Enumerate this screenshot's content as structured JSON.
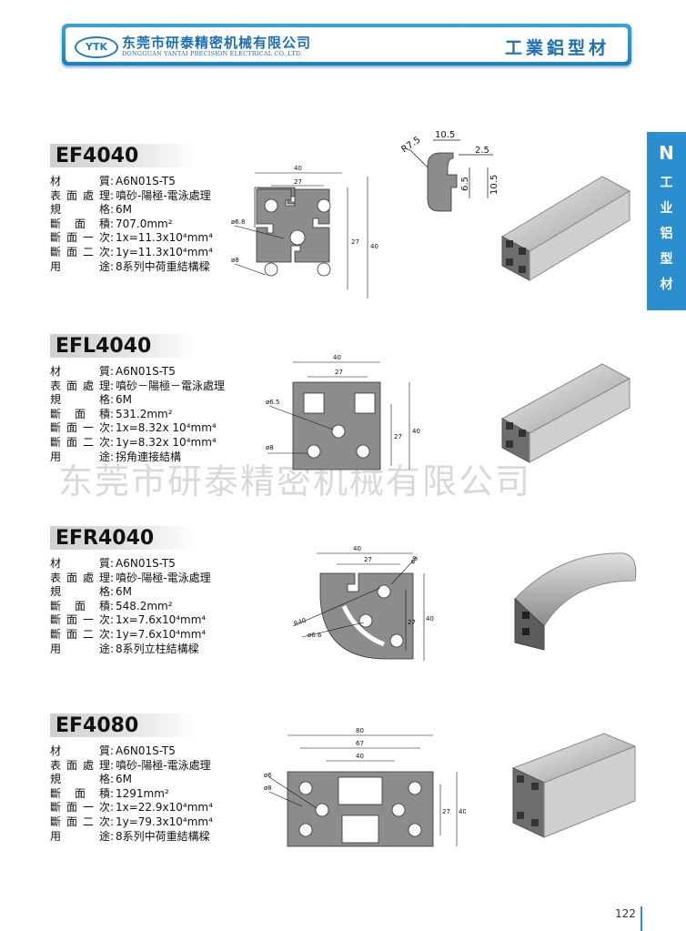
{
  "header": {
    "logo_text": "YTK",
    "company_cn": "东莞市研泰精密机械有限公司",
    "company_en": "DONGGUAN YANTAI PRECISION ELECTRICAL CO.,LTD.",
    "category": "工業鋁型材"
  },
  "side_tab": {
    "logo": "N",
    "chars": [
      "工",
      "业",
      "铝",
      "型",
      "材"
    ]
  },
  "products": [
    {
      "model": "EF4040",
      "specs": [
        {
          "label": "材　　質",
          "value": "A6N01S-T5"
        },
        {
          "label": "表面處理",
          "value": "噴砂-陽極-電泳處理"
        },
        {
          "label": "規　　格",
          "value": "6M"
        },
        {
          "label": "斷 面 積",
          "value": "707.0mm²"
        },
        {
          "label": "斷面一次",
          "value": "1x=11.3x10⁴mm⁴"
        },
        {
          "label": "斷面二次",
          "value": "1y=11.3x10⁴mm⁴"
        },
        {
          "label": "用　　途",
          "value": "8系列中荷重結構樑"
        }
      ],
      "dims": {
        "outer": "40",
        "inner": "27",
        "hole1": "ø6.8",
        "hole2": "ø8",
        "detail_w": "10.5",
        "detail_r": "R7.5",
        "detail_t": "2.5",
        "detail_h1": "6.5",
        "detail_h2": "10.5"
      }
    },
    {
      "model": "EFL4040",
      "specs": [
        {
          "label": "材　　質",
          "value": "A6N01S-T5"
        },
        {
          "label": "表面處理",
          "value": "噴砂－陽極－電泳處理"
        },
        {
          "label": "規　　格",
          "value": "6M"
        },
        {
          "label": "斷 面 積",
          "value": "531.2mm²"
        },
        {
          "label": "斷面一次",
          "value": "1x=8.32x 10⁴mm⁴"
        },
        {
          "label": "斷面二次",
          "value": "1y=8.32x 10⁴mm⁴"
        },
        {
          "label": "用　　途",
          "value": "拐角連接結構"
        }
      ],
      "dims": {
        "outer": "40",
        "inner": "27",
        "hole1": "ø6.5",
        "hole2": "ø8"
      }
    },
    {
      "model": "EFR4040",
      "specs": [
        {
          "label": "材　　質",
          "value": "A6N01S-T5"
        },
        {
          "label": "表面處理",
          "value": "噴砂-陽極-電泳處理"
        },
        {
          "label": "規　　格",
          "value": "6M"
        },
        {
          "label": "斷 面 積",
          "value": "548.2mm²"
        },
        {
          "label": "斷面一次",
          "value": "1x=7.6x10⁴mm⁴"
        },
        {
          "label": "斷面二次",
          "value": "1y=7.6x10⁴mm⁴"
        },
        {
          "label": "用　　途",
          "value": "8系列立柱結構樑"
        }
      ],
      "dims": {
        "outer": "40",
        "inner": "27",
        "radius": "R40",
        "hole1": "ø6.6",
        "hole2": "ø8"
      }
    },
    {
      "model": "EF4080",
      "specs": [
        {
          "label": "材　　質",
          "value": "A6N01S-T5"
        },
        {
          "label": "表面處理",
          "value": "噴砂-陽極-電泳處理"
        },
        {
          "label": "規　　格",
          "value": "6M"
        },
        {
          "label": "斷 面 積",
          "value": "1291mm²"
        },
        {
          "label": "斷面一次",
          "value": "1x=22.9x10⁴mm⁴"
        },
        {
          "label": "斷面二次",
          "value": "1y=79.3x10⁴mm⁴"
        },
        {
          "label": "用　　途",
          "value": "8系列中荷重結構樑"
        }
      ],
      "dims": {
        "w80": "80",
        "w67": "67",
        "w40": "40",
        "h27": "27",
        "h40": "40",
        "hole1": "ø6",
        "hole2": "ø8"
      }
    }
  ],
  "watermark": "东莞市研泰精密机械有限公司",
  "page_number": "122",
  "colors": {
    "accent": "#2b8fcf",
    "profile_gray": "#8f8f8f",
    "header_blue": "#1c6fb3"
  }
}
